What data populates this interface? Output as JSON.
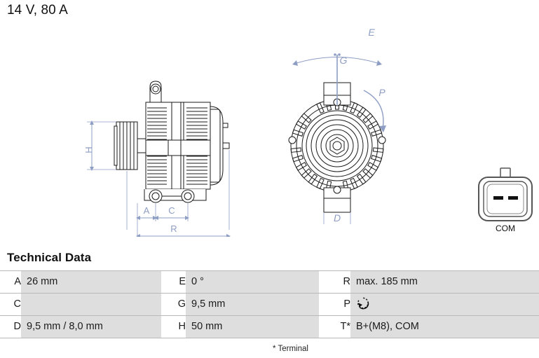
{
  "header": {
    "spec": "14 V, 80 A"
  },
  "drawing": {
    "labels": {
      "H": "H",
      "A": "A",
      "C": "C",
      "R": "R",
      "E": "E",
      "G": "G",
      "P": "P",
      "D": "D"
    },
    "connector_label": "COM",
    "dimension_color": "#8d9dc4",
    "line_color": "#1a1a1a"
  },
  "tech_data": {
    "heading": "Technical Data",
    "footnote": "* Terminal",
    "rows": [
      {
        "c1_label": "A",
        "c1_value": "26 mm",
        "c2_label": "E",
        "c2_value": "0 °",
        "c3_label": "R",
        "c3_value": "max. 185 mm"
      },
      {
        "c1_label": "C",
        "c1_value": "",
        "c2_label": "G",
        "c2_value": "9,5 mm",
        "c3_label": "P",
        "c3_value": ""
      },
      {
        "c1_label": "D",
        "c1_value": "9,5 mm / 8,0 mm",
        "c2_label": "H",
        "c2_value": "50 mm",
        "c3_label": "T*",
        "c3_value": "B+(M8), COM"
      }
    ],
    "rotation_icon": "counterclockwise-rotation-arrow"
  }
}
